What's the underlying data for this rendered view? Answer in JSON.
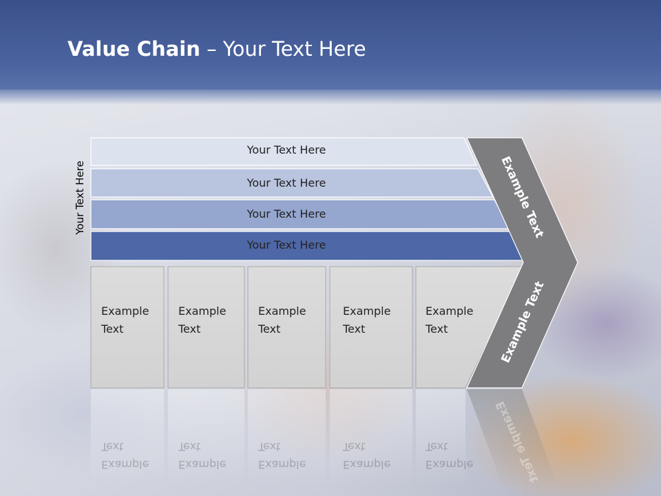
{
  "title": {
    "bold": "Value Chain",
    "rest": " – Your Text Here"
  },
  "side_label": "Your Text Here",
  "bars": [
    {
      "label": "Your Text Here",
      "color": "#dde2ef"
    },
    {
      "label": "Your Text Here",
      "color": "#b9c4df"
    },
    {
      "label": "Your Text Here",
      "color": "#95a6cf"
    },
    {
      "label": "Your Text Here",
      "color": "#4e67a6"
    }
  ],
  "cells": [
    {
      "line1": "Example",
      "line2": "Text"
    },
    {
      "line1": "Example",
      "line2": "Text"
    },
    {
      "line1": "Example",
      "line2": "Text"
    },
    {
      "line1": "Example",
      "line2": "Text"
    },
    {
      "line1": "Example",
      "line2": "Text"
    }
  ],
  "chevron": {
    "top_label": "Example Text",
    "bottom_label": "Example Text",
    "color": "#7d7d7f"
  }
}
